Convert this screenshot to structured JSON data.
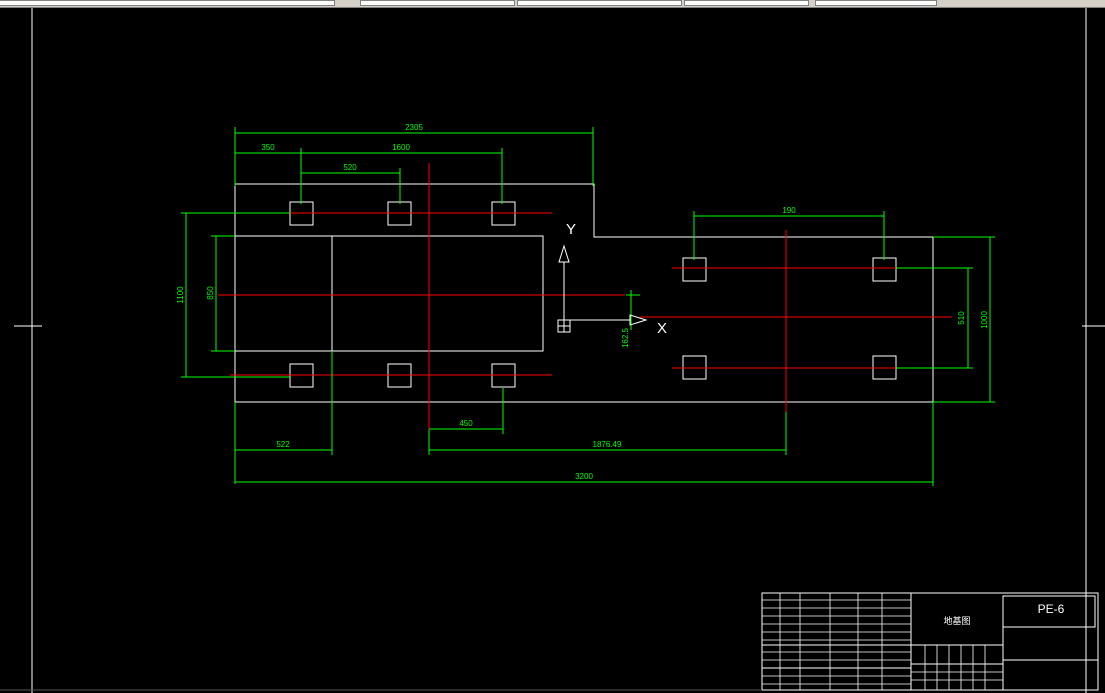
{
  "toolbar": {
    "fields": [
      "",
      "",
      "",
      "",
      ""
    ]
  },
  "dimensions": {
    "d2305": "2305",
    "d350": "350",
    "d1600": "1600",
    "d520": "520",
    "d190": "190",
    "d1100": "1100",
    "d850": "850",
    "d510": "510",
    "d1000": "1000",
    "d162_5": "162.5",
    "d450": "450",
    "d522": "522",
    "d1876": "1876.49",
    "d3200": "3200"
  },
  "ucs": {
    "x": "X",
    "y": "Y"
  },
  "title_block": {
    "drawing_title": "地基图",
    "drawing_number": "PE-6"
  },
  "colors": {
    "background": "#000000",
    "geometry": "#ffffff",
    "center_lines": "#ff0000",
    "dimensions": "#00ff00"
  }
}
